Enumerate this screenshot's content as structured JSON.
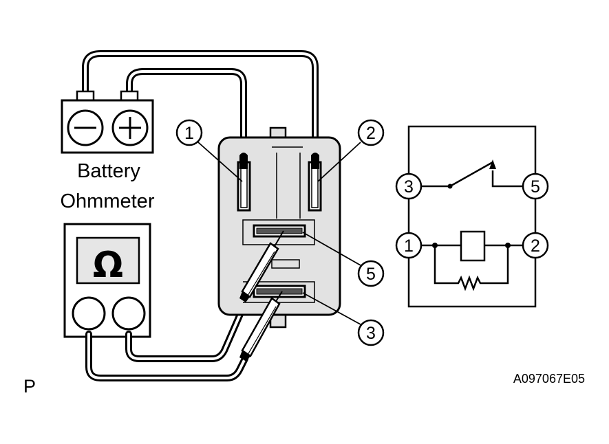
{
  "labels": {
    "battery": "Battery",
    "ohmmeter": "Ohmmeter",
    "ohm_symbol": "Ω",
    "minus_symbol": "−",
    "plus_symbol": "+",
    "view_mark": "P",
    "figure_code": "A097067E05"
  },
  "relay_terminals": [
    "1",
    "2",
    "5",
    "3"
  ],
  "schematic_terminals": [
    "3",
    "5",
    "1",
    "2"
  ],
  "colors": {
    "line": "#000000",
    "background": "#ffffff",
    "relay_fill": "#e2e2e2",
    "meter_screen": "#e6e6e6"
  }
}
